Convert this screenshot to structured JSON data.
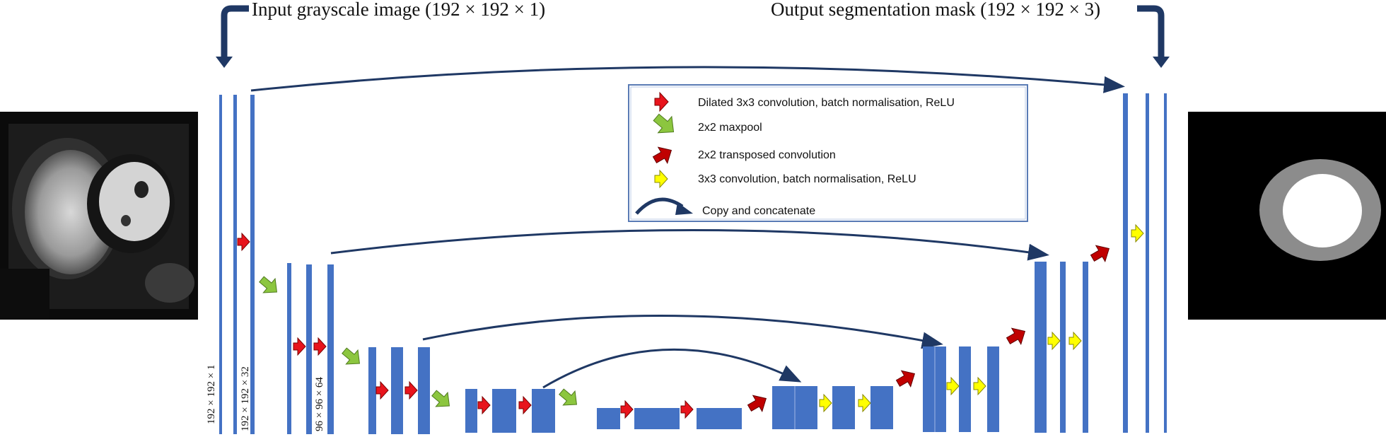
{
  "titles": {
    "input": "Input grayscale image (192 × 192 × 1)",
    "output": "Output segmentation mask (192 × 192 × 3)"
  },
  "dims": {
    "input": "192 × 192 × 1",
    "level1": "192 × 192 × 32",
    "level2": "96 × 96 × 64"
  },
  "legend": {
    "items": [
      {
        "icon": "red-arrow-icon",
        "label": "Dilated 3x3 convolution, batch normalisation, ReLU"
      },
      {
        "icon": "green-arrow-icon",
        "label": "2x2 maxpool"
      },
      {
        "icon": "dark-red-arrow-icon",
        "label": "2x2 transposed convolution"
      },
      {
        "icon": "yellow-arrow-icon",
        "label": "3x3 convolution, batch normalisation, ReLU"
      },
      {
        "icon": "curved-arrow-icon",
        "label": "Copy and concatenate"
      }
    ]
  },
  "colors": {
    "block": "#4472c4",
    "dilated_conv": "#e8141c",
    "maxpool": "#8cc63f",
    "transposed_conv": "#c00000",
    "conv": "#ffff00",
    "skip": "#1f3864",
    "mask_ring": "#8c8c8c"
  }
}
